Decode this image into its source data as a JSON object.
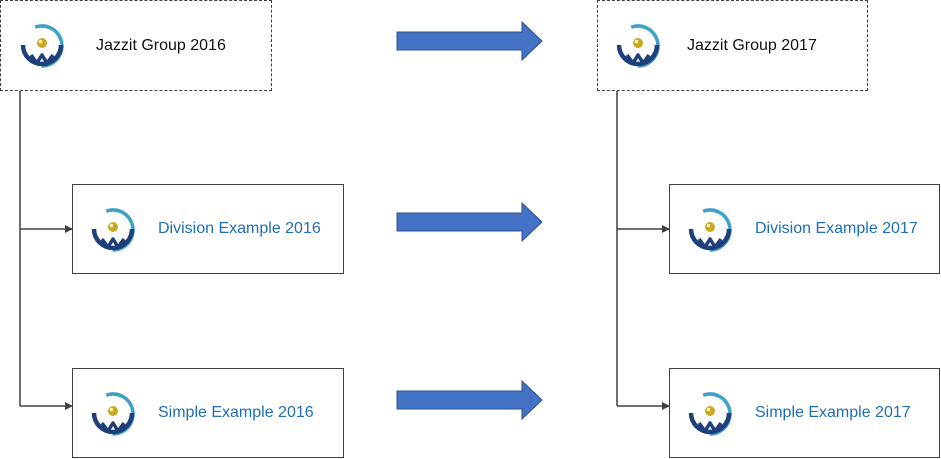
{
  "colors": {
    "connector": "#404040",
    "arrow_fill": "#4472c4",
    "arrow_stroke": "#2f528f",
    "child_label": "#1e6fb8",
    "parent_label": "#111111"
  },
  "icons": {
    "company_logo": "jazzit-logo-icon",
    "transition": "right-arrow-icon"
  },
  "left_tree": {
    "parent": {
      "label": "Jazzit Group 2016"
    },
    "children": [
      {
        "label": "Division Example 2016"
      },
      {
        "label": "Simple Example 2016"
      }
    ]
  },
  "right_tree": {
    "parent": {
      "label": "Jazzit Group 2017"
    },
    "children": [
      {
        "label": "Division Example 2017"
      },
      {
        "label": "Simple Example 2017"
      }
    ]
  }
}
